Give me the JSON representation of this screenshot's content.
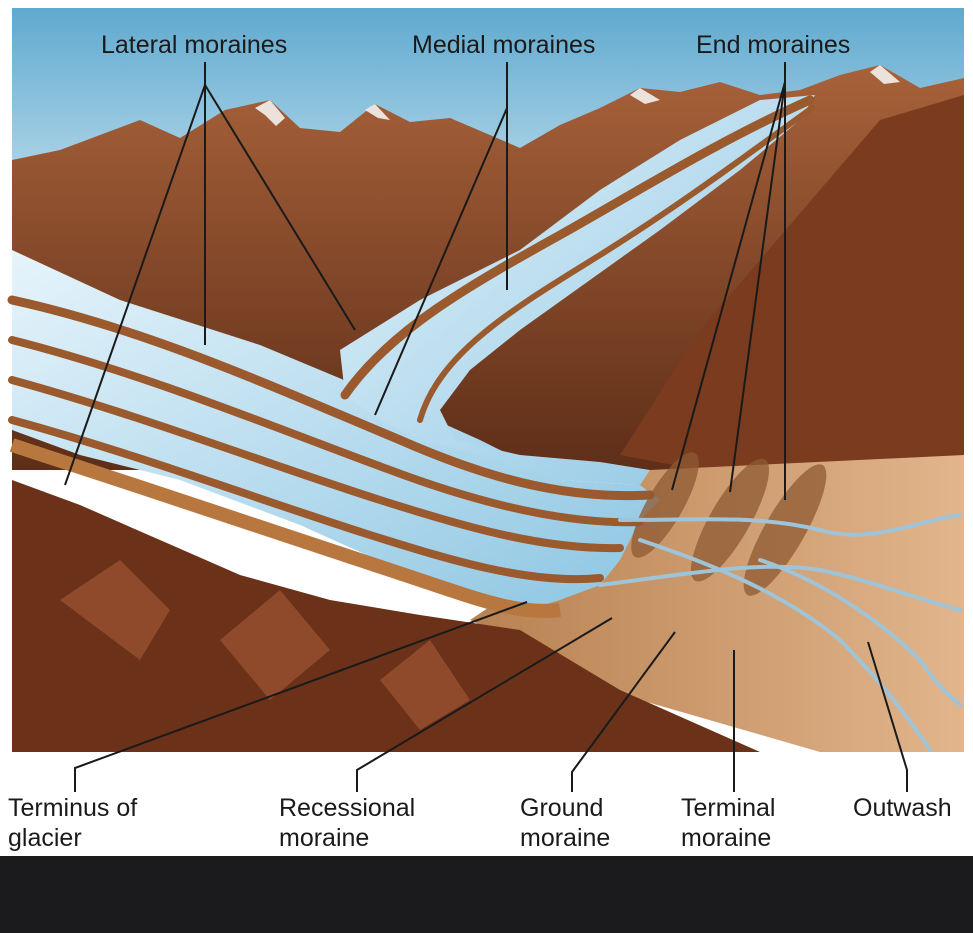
{
  "labels": {
    "lateral_moraines": "Lateral moraines",
    "medial_moraines": "Medial moraines",
    "end_moraines": "End moraines",
    "terminus": [
      "Terminus of",
      "glacier"
    ],
    "recessional": [
      "Recessional",
      "moraine"
    ],
    "ground": [
      "Ground",
      "moraine"
    ],
    "terminal": [
      "Terminal",
      "moraine"
    ],
    "outwash": "Outwash"
  },
  "colors": {
    "sky": "#8fc4dd",
    "mountain": "#8a4728",
    "ice": "#c9e6f5",
    "moraine": "#9a5a2e",
    "outwash_plain": "#d6a57a",
    "leader_line": "#1a1a1a",
    "background": "#1b1b1d"
  }
}
